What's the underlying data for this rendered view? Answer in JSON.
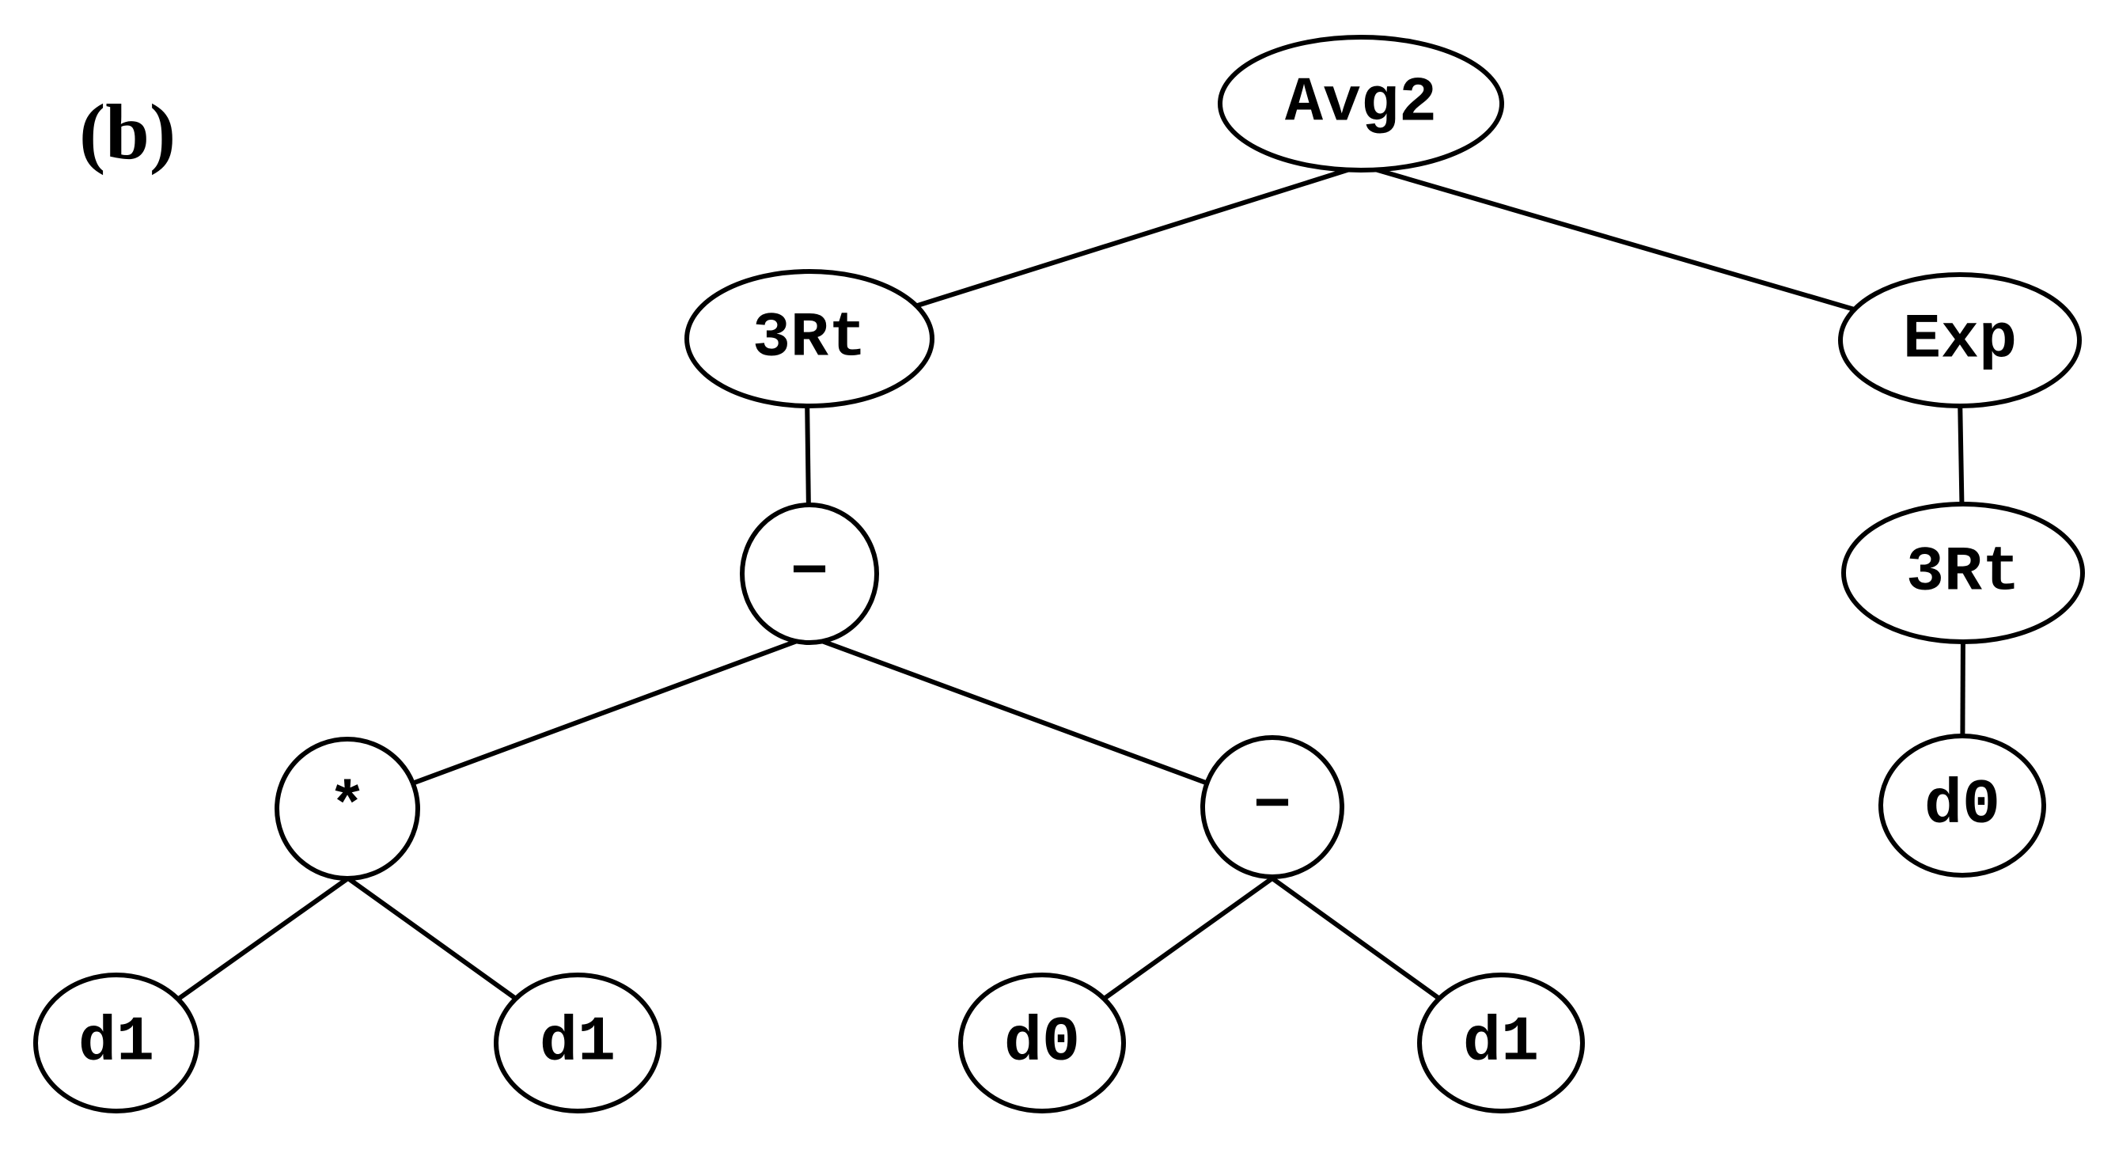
{
  "figure": {
    "label": "(b)"
  },
  "colors": {
    "background": "#ffffff",
    "stroke": "#000000",
    "text": "#000000"
  },
  "tree": {
    "nodes": {
      "avg2": {
        "label": "Avg2"
      },
      "rt3_left": {
        "label": "3Rt"
      },
      "exp_right": {
        "label": "Exp"
      },
      "minus_upper": {
        "label": "−"
      },
      "rt3_right": {
        "label": "3Rt"
      },
      "times": {
        "label": "*"
      },
      "minus_lower": {
        "label": "−"
      },
      "d0_right": {
        "label": "d0"
      },
      "d1_leaf1": {
        "label": "d1"
      },
      "d1_leaf2": {
        "label": "d1"
      },
      "d0_leaf": {
        "label": "d0"
      },
      "d1_leaf3": {
        "label": "d1"
      }
    },
    "edges": [
      {
        "from": "avg2",
        "to": "rt3_left"
      },
      {
        "from": "avg2",
        "to": "exp_right"
      },
      {
        "from": "rt3_left",
        "to": "minus_upper"
      },
      {
        "from": "minus_upper",
        "to": "times"
      },
      {
        "from": "minus_upper",
        "to": "minus_lower"
      },
      {
        "from": "times",
        "to": "d1_leaf1"
      },
      {
        "from": "times",
        "to": "d1_leaf2"
      },
      {
        "from": "minus_lower",
        "to": "d0_leaf"
      },
      {
        "from": "minus_lower",
        "to": "d1_leaf3"
      },
      {
        "from": "exp_right",
        "to": "rt3_right"
      },
      {
        "from": "rt3_right",
        "to": "d0_right"
      }
    ]
  }
}
